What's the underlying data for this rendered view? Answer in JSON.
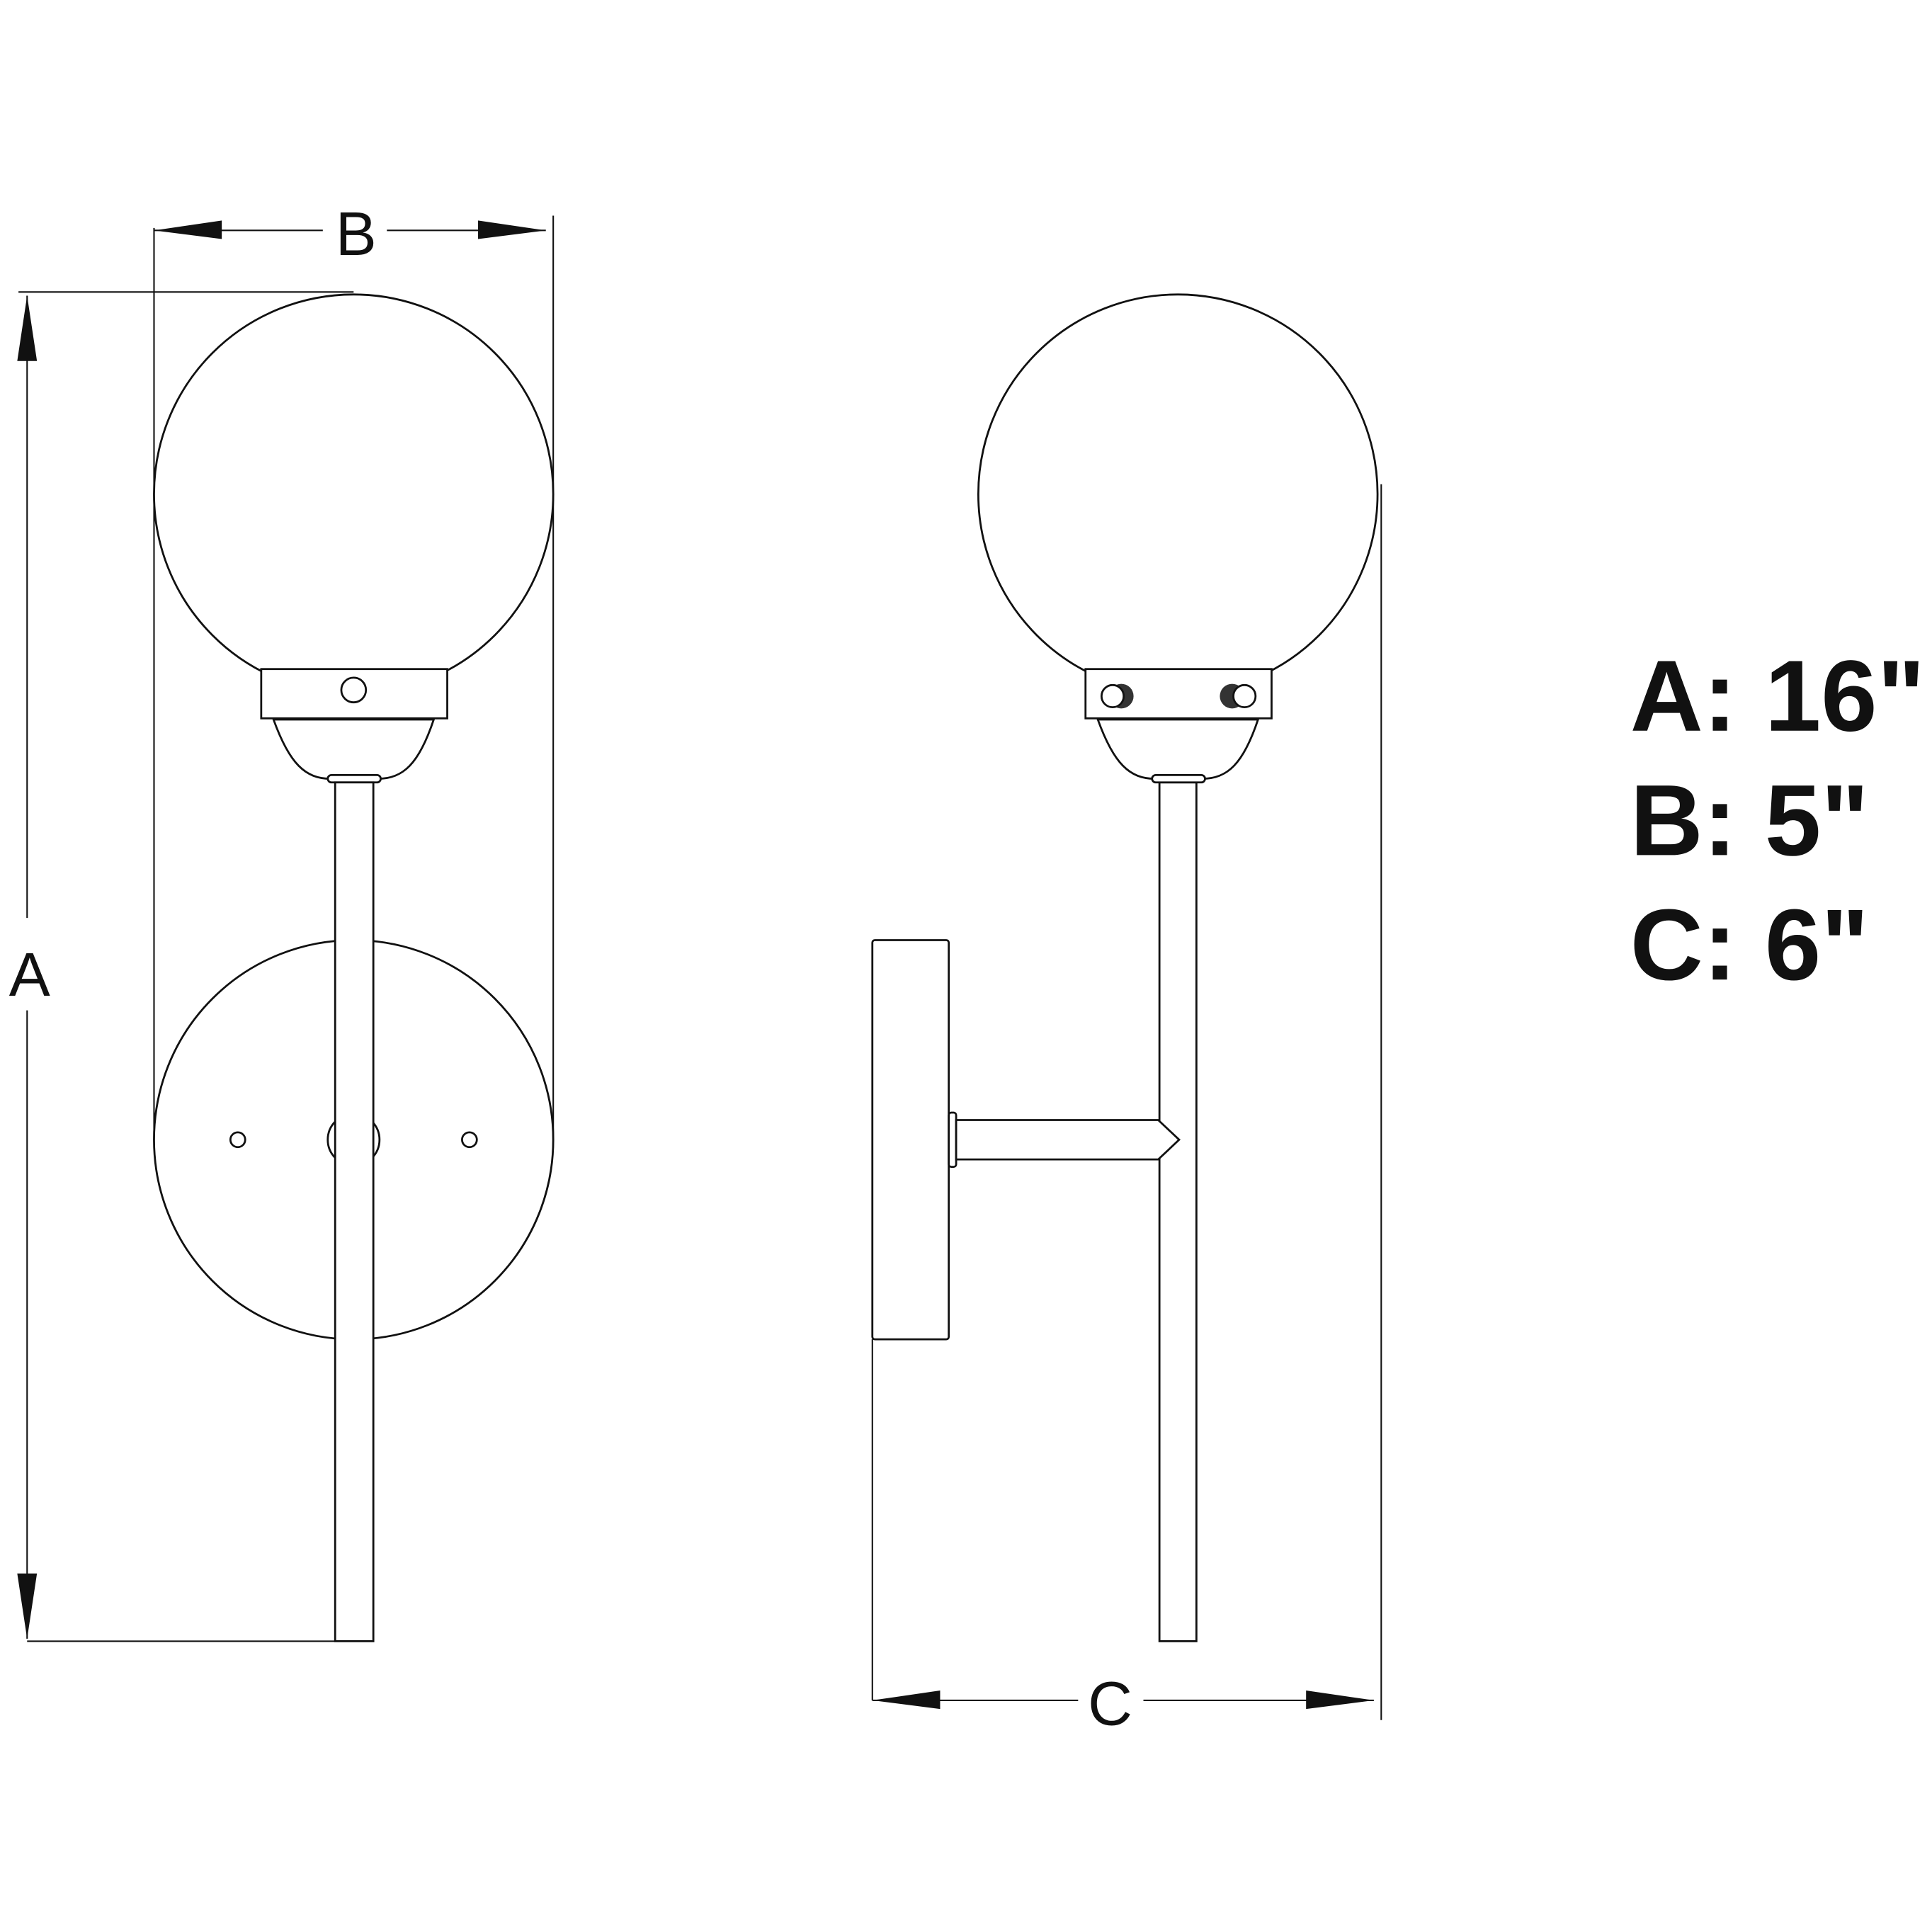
{
  "dimension_labels": {
    "a": "A",
    "b": "B",
    "c": "C"
  },
  "legend": [
    {
      "key": "A",
      "text": "A: 16\""
    },
    {
      "key": "B",
      "text": "B: 5\""
    },
    {
      "key": "C",
      "text": "C: 6\""
    }
  ],
  "colors": {
    "line": "#111111",
    "background": "#ffffff"
  }
}
